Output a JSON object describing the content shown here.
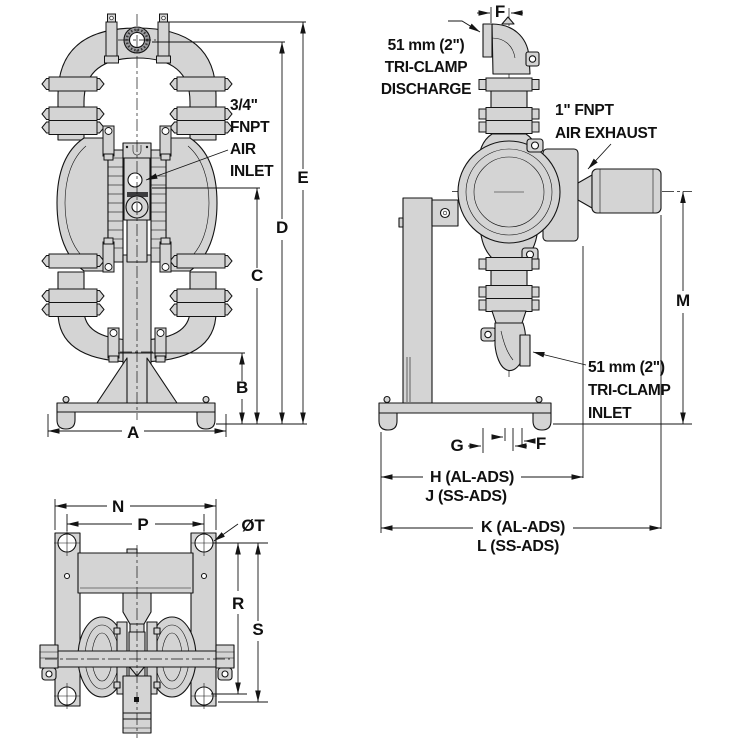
{
  "meta": {
    "description": "Dimensional engineering drawing of a sanitary tri-clamp air-operated double-diaphragm pump shown in three orthographic views with letter dimensions"
  },
  "colors": {
    "body": "#d4d4d4",
    "line": "#141414",
    "background": "#ffffff"
  },
  "front_view": {
    "name": "front elevation view",
    "air_inlet_label": [
      "3/4\"",
      "FNPT",
      "AIR",
      "INLET"
    ],
    "dims": {
      "A": "A",
      "B": "B",
      "C": "C",
      "D": "D",
      "E": "E"
    }
  },
  "side_view": {
    "name": "side elevation view on stand",
    "discharge_label": [
      "51 mm (2\")",
      "TRI-CLAMP",
      "DISCHARGE"
    ],
    "air_exhaust_label": [
      "1\" FNPT",
      "AIR EXHAUST"
    ],
    "inlet_label": [
      "51 mm (2\")",
      "TRI-CLAMP",
      "INLET"
    ],
    "dims": {
      "F": "F",
      "G": "G",
      "M": "M",
      "H": "H (AL-ADS)",
      "J": "J (SS-ADS)",
      "K": "K (AL-ADS)",
      "L": "L (SS-ADS)"
    }
  },
  "plan_view": {
    "name": "bottom / mounting view",
    "dims": {
      "N": "N",
      "P": "P",
      "R": "R",
      "S": "S",
      "T": "ØT"
    }
  }
}
